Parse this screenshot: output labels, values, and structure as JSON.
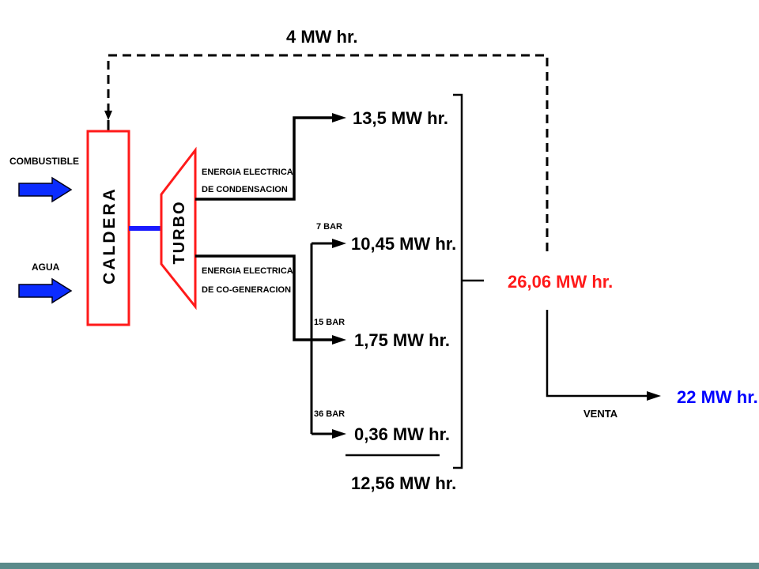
{
  "top_flow": "4 MW hr.",
  "inputs": {
    "fuel": "COMBUSTIBLE",
    "water": "AGUA"
  },
  "boiler": {
    "label": "CALDERA"
  },
  "turbine": {
    "label": "TURBO"
  },
  "condensation": {
    "label_line1": "ENERGIA ELECTRICA",
    "label_line2": "DE CONDENSACION",
    "output": "13,5 MW hr."
  },
  "cogeneration": {
    "label_line1": "ENERGIA ELECTRICA",
    "label_line2": "DE CO-GENERACION",
    "branches": [
      {
        "pressure": "7 BAR",
        "output": "10,45 MW hr."
      },
      {
        "pressure": "15 BAR",
        "output": "1,75 MW hr."
      },
      {
        "pressure": "36 BAR",
        "output": "0,36 MW hr."
      }
    ],
    "subtotal": "12,56 MW hr."
  },
  "total": "26,06 MW hr.",
  "sale": {
    "label": "VENTA",
    "output": "22 MW hr."
  },
  "colors": {
    "boiler_outline": "#ff1a1a",
    "turbine_outline": "#ff1a1a",
    "input_arrows": "#0000ff",
    "steam_link": "#1a1aff",
    "total_text": "#ff1a1a",
    "sale_text": "#0000ff",
    "lines": "#000000"
  }
}
